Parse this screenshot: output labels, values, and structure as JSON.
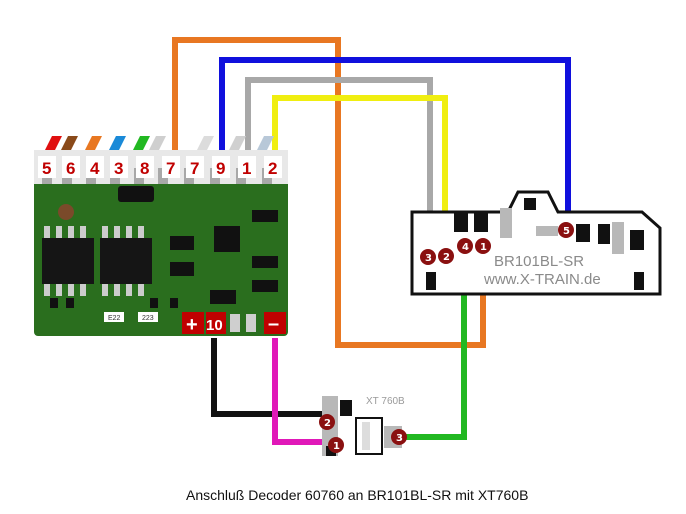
{
  "decoder": {
    "pins_top": [
      "5",
      "6",
      "4",
      "3",
      "8",
      "7",
      "7",
      "9",
      "1",
      "2"
    ],
    "pad_plus": "+",
    "pad_10": "10",
    "pad_minus": "–",
    "chip1": "E22",
    "chip2": "223"
  },
  "board": {
    "title": "BR101BL-SR",
    "url": "www.X-TRAIN.de",
    "markers": [
      "3",
      "2",
      "4",
      "1",
      "5"
    ]
  },
  "xt": {
    "label": "XT 760B",
    "markers": [
      "2",
      "1",
      "3"
    ]
  },
  "caption": "Anschluß Decoder 60760 an BR101BL-SR mit XT760B",
  "colors": {
    "orange": "#e87722",
    "blue": "#1010dd",
    "gray": "#a8a8a8",
    "yellow": "#f0ee10",
    "green": "#22b822",
    "black": "#111111",
    "magenta": "#e018b8",
    "marker": "#8a1010",
    "pcb": "#2a6e1e"
  }
}
